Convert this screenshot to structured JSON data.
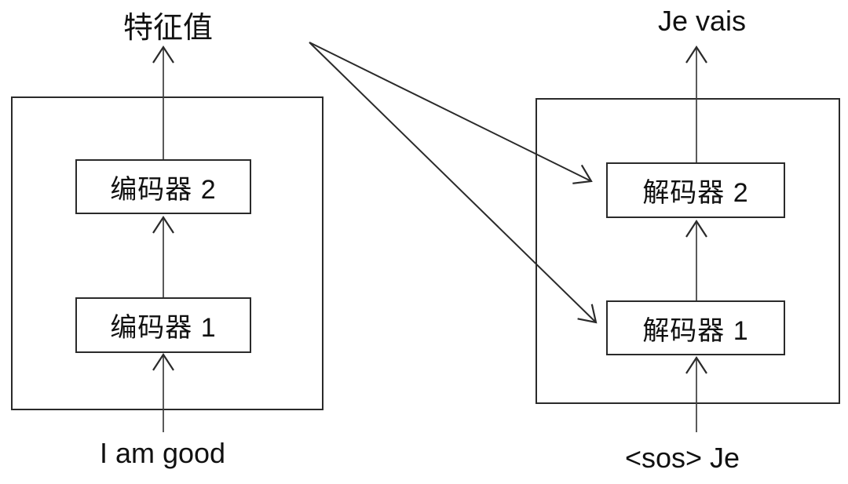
{
  "colors": {
    "background": "#ffffff",
    "line": "#2a2a2a",
    "text": "#111111"
  },
  "encoder_stack": {
    "output_label": "特征值",
    "input_label": "I am good",
    "blocks": [
      {
        "label": "编码器 1"
      },
      {
        "label": "编码器 2"
      }
    ]
  },
  "decoder_stack": {
    "output_label": "Je vais",
    "input_label": "<sos> Je",
    "blocks": [
      {
        "label": "解码器 1"
      },
      {
        "label": "解码器 2"
      }
    ]
  },
  "icons": {
    "arrow_style": "open-chevron-arrow"
  }
}
